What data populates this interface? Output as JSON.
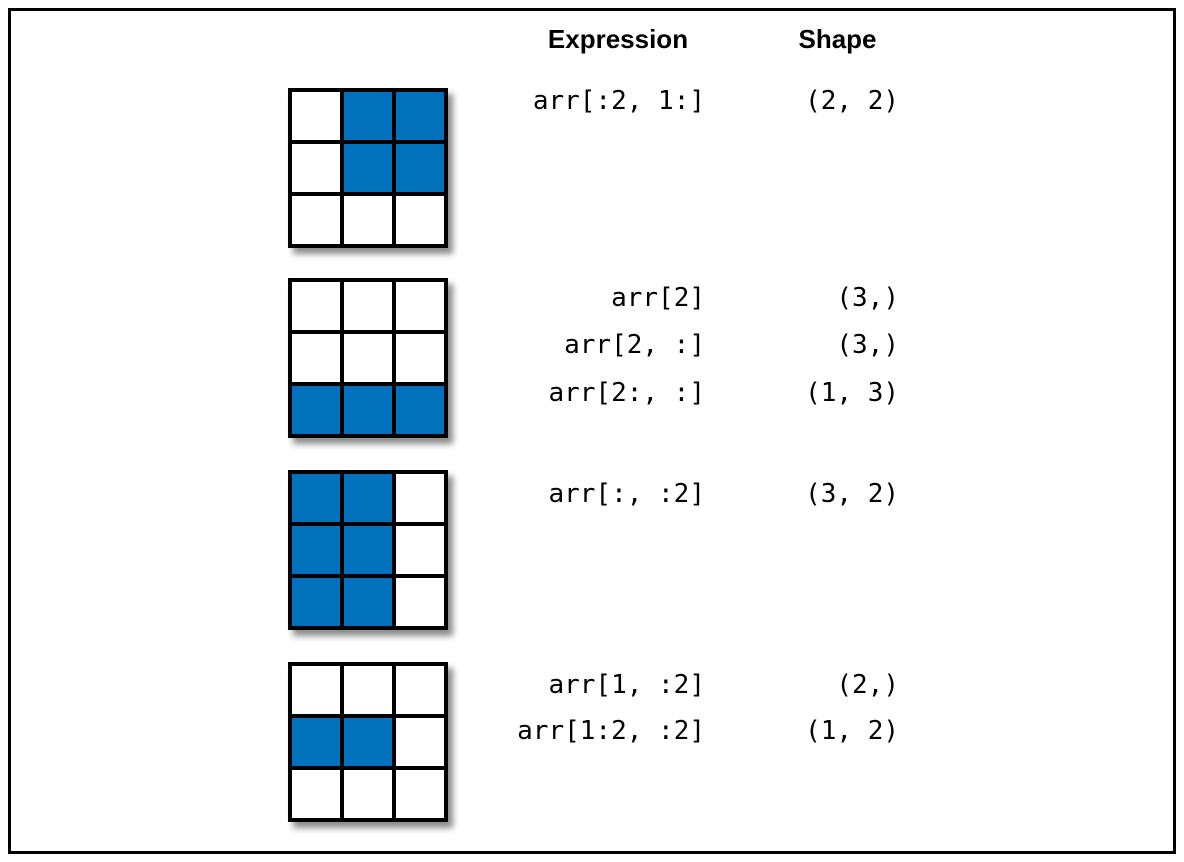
{
  "header": {
    "expression": "Expression",
    "shape": "Shape"
  },
  "colors": {
    "cell_fill": "#0072BC",
    "cell_empty": "#FFFFFF",
    "grid_line": "#000000",
    "frame": "#000000",
    "text": "#000000"
  },
  "groups": [
    {
      "grid": [
        [
          0,
          1,
          1
        ],
        [
          0,
          1,
          1
        ],
        [
          0,
          0,
          0
        ]
      ],
      "rows": [
        {
          "expression": "arr[:2, 1:]",
          "shape": "(2, 2)"
        }
      ]
    },
    {
      "grid": [
        [
          0,
          0,
          0
        ],
        [
          0,
          0,
          0
        ],
        [
          1,
          1,
          1
        ]
      ],
      "rows": [
        {
          "expression": "arr[2]",
          "shape": "(3,)"
        },
        {
          "expression": "arr[2, :]",
          "shape": "(3,)"
        },
        {
          "expression": "arr[2:, :]",
          "shape": "(1, 3)"
        }
      ]
    },
    {
      "grid": [
        [
          1,
          1,
          0
        ],
        [
          1,
          1,
          0
        ],
        [
          1,
          1,
          0
        ]
      ],
      "rows": [
        {
          "expression": "arr[:, :2]",
          "shape": "(3, 2)"
        }
      ]
    },
    {
      "grid": [
        [
          0,
          0,
          0
        ],
        [
          1,
          1,
          0
        ],
        [
          0,
          0,
          0
        ]
      ],
      "rows": [
        {
          "expression": "arr[1, :2]",
          "shape": "(2,)"
        },
        {
          "expression": "arr[1:2, :2]",
          "shape": "(1, 2)"
        }
      ]
    }
  ]
}
